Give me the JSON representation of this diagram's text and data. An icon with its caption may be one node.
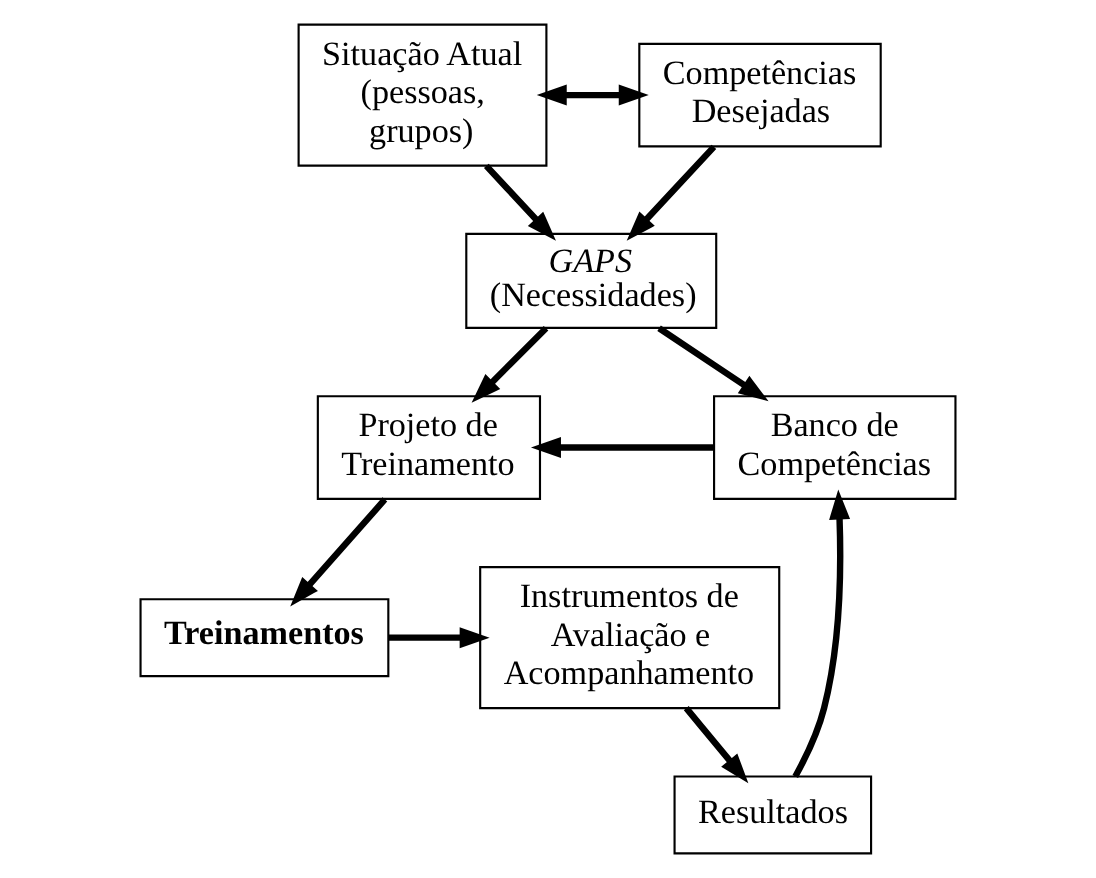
{
  "diagram": {
    "nodes": [
      {
        "text": [
          "Situação Atual (pessoas, grupos)"
        ]
      },
      {
        "text": [
          "Competências Desejadas"
        ]
      },
      {
        "text": [
          "GAPS",
          "(Necessidades)"
        ]
      },
      {
        "text": [
          "Projeto de Treinamento"
        ]
      },
      {
        "text": [
          "Banco de Competências"
        ]
      },
      {
        "text": [
          "Treinamentos"
        ]
      },
      {
        "text": [
          "Instrumentos de Avaliação e Acompanhamento"
        ]
      },
      {
        "text": [
          "Resultados"
        ]
      }
    ],
    "edges": [
      {
        "from": 0,
        "to": 1,
        "arrow": "both"
      },
      {
        "from": 0,
        "to": 2,
        "arrow": "to"
      },
      {
        "from": 1,
        "to": 2,
        "arrow": "to"
      },
      {
        "from": 2,
        "to": 3,
        "arrow": "to"
      },
      {
        "from": 2,
        "to": 4,
        "arrow": "to"
      },
      {
        "from": 4,
        "to": 3,
        "arrow": "to"
      },
      {
        "from": 3,
        "to": 5,
        "arrow": "to"
      },
      {
        "from": 5,
        "to": 6,
        "arrow": "to"
      },
      {
        "from": 6,
        "to": 7,
        "arrow": "to"
      },
      {
        "from": 7,
        "to": 4,
        "arrow": "to"
      }
    ]
  }
}
